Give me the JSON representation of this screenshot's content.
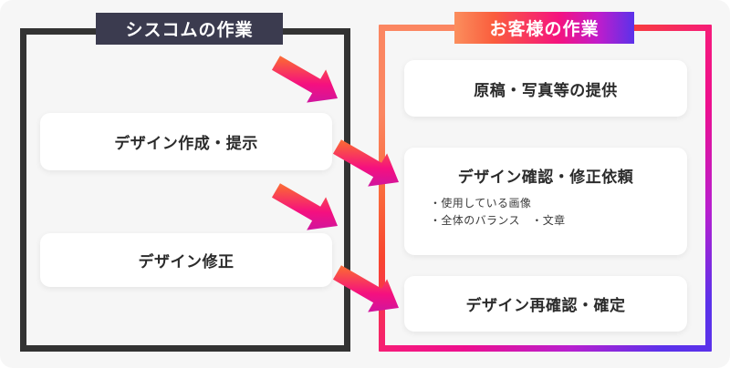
{
  "diagram": {
    "title_note": "design workflow two-column diagram",
    "background_color": "#f6f6f6"
  },
  "left_panel": {
    "ribbon_label": "シスコムの作業",
    "ribbon_color": "#3b3b4f",
    "border_color": "#333333",
    "cards": [
      {
        "title": "デザイン作成・提示"
      },
      {
        "title": "デザイン修正"
      }
    ]
  },
  "right_panel": {
    "ribbon_label": "お客様の作業",
    "gradient_start": "#fb8e5d",
    "gradient_mid": "#f5137f",
    "gradient_end": "#5b32ea",
    "cards": [
      {
        "title": "原稿・写真等の提供",
        "sublist": []
      },
      {
        "title": "デザイン確認・修正依頼",
        "sublist": [
          "・使用している画像",
          "・全体のバランス　・文章"
        ]
      },
      {
        "title": "デザイン再確認・確定",
        "sublist": []
      }
    ]
  },
  "arrows": [
    {
      "name": "arrow-to-left-1",
      "direction": "up-left",
      "from": "原稿・写真等の提供",
      "to": "デザイン作成・提示"
    },
    {
      "name": "arrow-to-right-1",
      "direction": "down-right",
      "from": "デザイン作成・提示",
      "to": "デザイン確認・修正依頼"
    },
    {
      "name": "arrow-to-left-2",
      "direction": "up-left",
      "from": "デザイン確認・修正依頼",
      "to": "デザイン修正"
    },
    {
      "name": "arrow-to-right-2",
      "direction": "down-right",
      "from": "デザイン修正",
      "to": "デザイン再確認・確定"
    }
  ],
  "colors": {
    "arrow_tail": "#ff7a3d",
    "arrow_mid": "#f5107f",
    "arrow_head": "#6a2bea",
    "card_background": "#ffffff",
    "text_primary": "#2b2b2b"
  }
}
